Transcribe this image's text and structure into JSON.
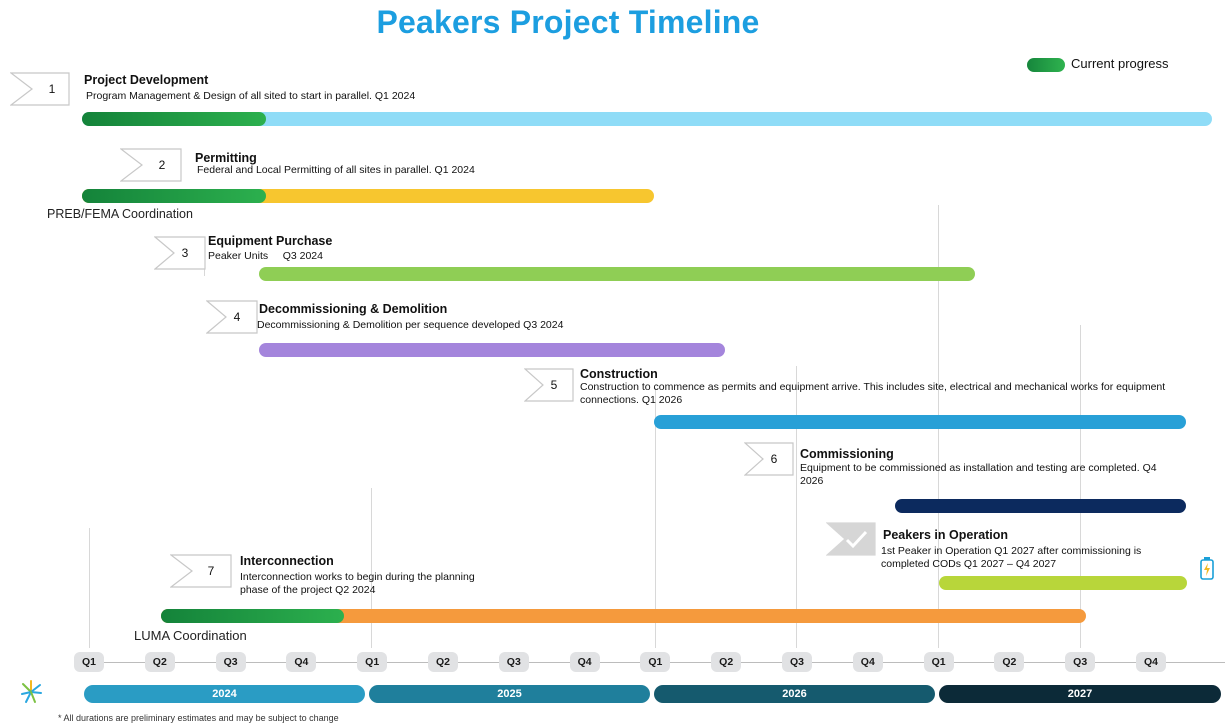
{
  "title": "Peakers Project Timeline",
  "legend": {
    "label": "Current progress",
    "color": "#22a045"
  },
  "phases": [
    {
      "num": "1",
      "title": "Project Development",
      "desc": "Program Management & Design of all sited to start in parallel.  Q1 2024",
      "color": "#8fdcf7",
      "progress": 0.15
    },
    {
      "num": "2",
      "title": "Permitting",
      "desc": "Federal and Local Permitting of all sites in parallel.  Q1 2024",
      "color": "#f7c62f",
      "progress": 0.32
    },
    {
      "num": "3",
      "title": "Equipment Purchase",
      "desc": "Peaker Units     Q3 2024",
      "color": "#8fce55"
    },
    {
      "num": "4",
      "title": "Decommissioning & Demolition",
      "desc": "Decommissioning & Demolition per sequence developed  Q3 2024",
      "color": "#a485dc"
    },
    {
      "num": "5",
      "title": "Construction",
      "desc": "Construction to commence as permits and equipment arrive. This includes site, electrical and mechanical works for equipment connections.  Q1 2026",
      "color": "#28a0d7"
    },
    {
      "num": "6",
      "title": "Commissioning",
      "desc": "Equipment to be commissioned as installation and testing  are completed.  Q4 2026",
      "color": "#0c2a5e"
    },
    {
      "num": "",
      "title": "Peakers in Operation",
      "desc": "1st Peaker in Operation Q1 2027 after commissioning is completed  CODs Q1 2027 – Q4 2027",
      "color": "#b8d63a"
    },
    {
      "num": "7",
      "title": "Interconnection",
      "desc": "Interconnection works to begin during the planning phase of the project  Q2 2024",
      "color": "#f59a3d",
      "progress": 0.2
    }
  ],
  "notes": {
    "preb": "PREB/FEMA Coordination",
    "luma": "LUMA Coordination"
  },
  "quarters": [
    "Q1",
    "Q2",
    "Q3",
    "Q4",
    "Q1",
    "Q2",
    "Q3",
    "Q4",
    "Q1",
    "Q2",
    "Q3",
    "Q4",
    "Q1",
    "Q2",
    "Q3",
    "Q4"
  ],
  "years": [
    {
      "label": "2024",
      "color": "#2a9cc4"
    },
    {
      "label": "2025",
      "color": "#1f7f9c"
    },
    {
      "label": "2026",
      "color": "#155a6e"
    },
    {
      "label": "2027",
      "color": "#0c2a38"
    }
  ],
  "footnote": "* All durations are preliminary estimates and may be subject to change",
  "icons": {
    "check": "check-icon",
    "battery": "battery-icon",
    "logo": "starburst-logo-icon"
  }
}
